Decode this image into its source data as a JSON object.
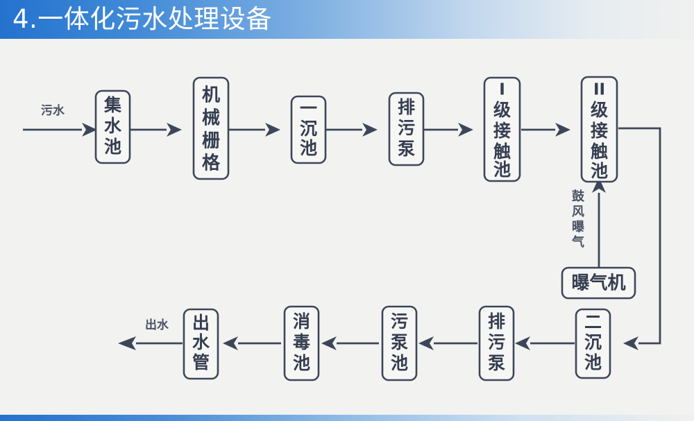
{
  "slide": {
    "title": "4.一体化污水处理设备",
    "title_accent_color": "#2372ce",
    "background_color": "#f2f2f0",
    "line_color": "#3d4659"
  },
  "diagram": {
    "type": "process-flowchart",
    "orientation": "serpentine-left-to-right-then-right-to-left",
    "nodes": [
      {
        "id": "jishuichi",
        "label": "集水池",
        "chars": [
          "集",
          "水",
          "池"
        ],
        "row": "top",
        "text_dir": "vertical"
      },
      {
        "id": "jixieshange",
        "label": "机械栅格",
        "chars": [
          "机",
          "械",
          "栅",
          "格"
        ],
        "row": "top",
        "text_dir": "vertical"
      },
      {
        "id": "yichenchi",
        "label": "一沉池",
        "chars": [
          "一",
          "沉",
          "池"
        ],
        "row": "top",
        "text_dir": "vertical"
      },
      {
        "id": "paiwubeng1",
        "label": "排污泵",
        "chars": [
          "排",
          "污",
          "泵"
        ],
        "row": "top",
        "text_dir": "vertical"
      },
      {
        "id": "jiechuchi1",
        "label": "I级接触池",
        "chars": [
          "I",
          "级",
          "接",
          "触",
          "池"
        ],
        "row": "top",
        "text_dir": "vertical"
      },
      {
        "id": "jiechuchi2",
        "label": "II级接触池",
        "chars": [
          "II",
          "级",
          "接",
          "触",
          "池"
        ],
        "row": "top",
        "text_dir": "vertical"
      },
      {
        "id": "baoqiji",
        "label": "曝气机",
        "chars": [
          "曝气机"
        ],
        "row": "middle",
        "text_dir": "horizontal"
      },
      {
        "id": "erchenchi",
        "label": "二沉池",
        "chars": [
          "二",
          "沉",
          "池"
        ],
        "row": "bottom",
        "text_dir": "vertical"
      },
      {
        "id": "paiwubeng2",
        "label": "排污泵",
        "chars": [
          "排",
          "污",
          "泵"
        ],
        "row": "bottom",
        "text_dir": "vertical"
      },
      {
        "id": "wubengchi",
        "label": "污泵池",
        "chars": [
          "污",
          "泵",
          "池"
        ],
        "row": "bottom",
        "text_dir": "vertical"
      },
      {
        "id": "xiaoduchi",
        "label": "消毒池",
        "chars": [
          "消",
          "毒",
          "池"
        ],
        "row": "bottom",
        "text_dir": "vertical"
      },
      {
        "id": "chushuiguan",
        "label": "出水管",
        "chars": [
          "出",
          "水",
          "管"
        ],
        "row": "bottom",
        "text_dir": "vertical"
      }
    ],
    "edge_captions": {
      "inlet": "污水",
      "outlet": "出水",
      "aeration": "鼓风曝气",
      "aeration_chars": [
        "鼓",
        "风",
        "曝",
        "气"
      ]
    },
    "flow_sequence": [
      "污水",
      "集水池",
      "机械栅格",
      "一沉池",
      "排污泵",
      "I级接触池",
      "II级接触池",
      "二沉池",
      "排污泵",
      "污泵池",
      "消毒池",
      "出水管",
      "出水"
    ],
    "aeration_branch": {
      "from": "曝气机",
      "to": "II级接触池",
      "caption": "鼓风曝气"
    }
  }
}
